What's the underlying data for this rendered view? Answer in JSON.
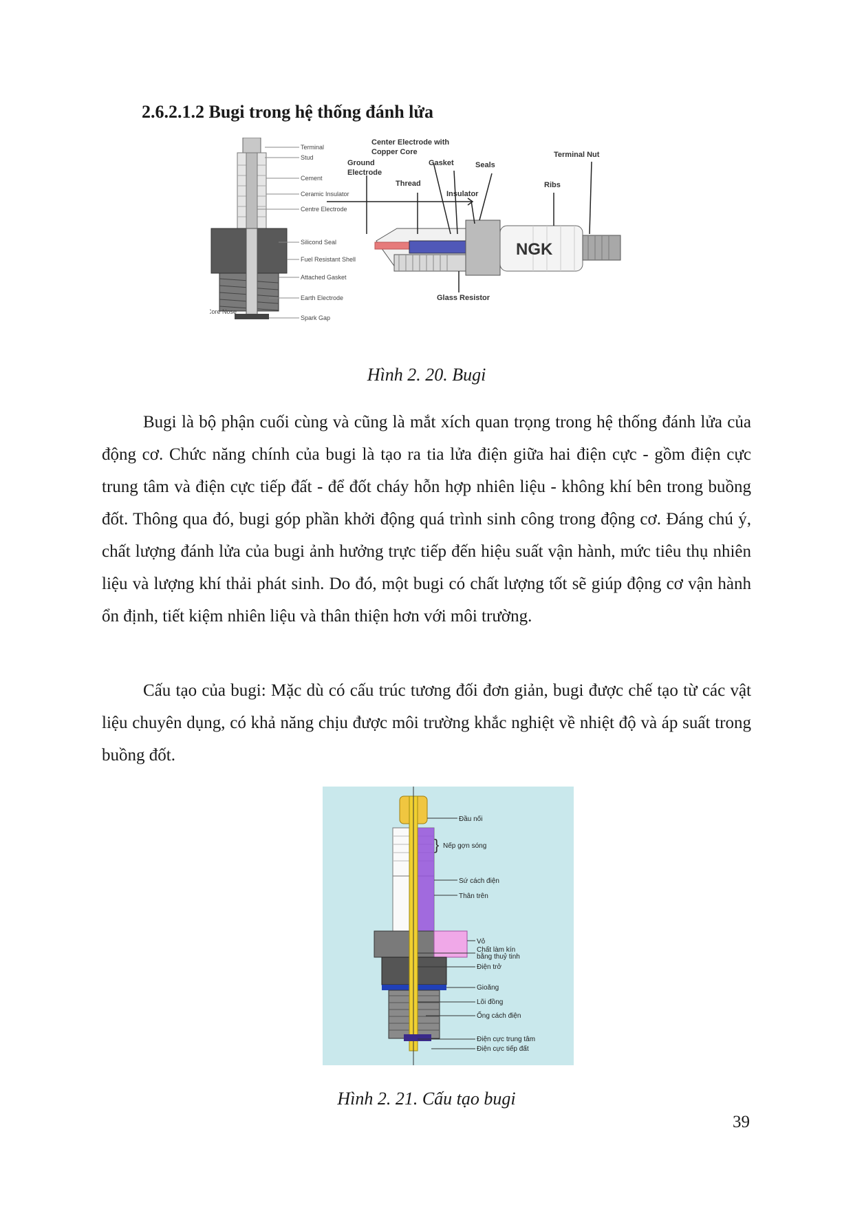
{
  "heading": "2.6.2.1.2 Bugi trong hệ thống đánh lửa",
  "figure1": {
    "caption": "Hình 2. 20. Bugi",
    "left_labels": [
      "Terminal",
      "Stud",
      "Cement",
      "Ceramic Insulator",
      "Centre Electrode",
      "Silicond Seal",
      "Fuel Resistant Shell",
      "Attached Gasket",
      "Earth Electrode",
      "Spark Gap"
    ],
    "core_nose_label": "Core Nose",
    "right_labels": {
      "center_electrode_1": "Center Electrode with",
      "center_electrode_2": "Copper Core",
      "ground_electrode_1": "Ground",
      "ground_electrode_2": "Electrode",
      "gasket": "Gasket",
      "seals": "Seals",
      "thread": "Thread",
      "insulator": "Insulator",
      "terminal_nut": "Terminal Nut",
      "ribs": "Ribs",
      "glass_resistor": "Glass Resistor",
      "brand": "NGK"
    }
  },
  "paragraphs": [
    "Bugi là bộ phận cuối cùng và cũng là mắt xích quan trọng trong hệ thống đánh lửa của động cơ. Chức năng chính của bugi là tạo ra tia lửa điện giữa hai điện cực - gồm điện cực trung tâm và điện cực tiếp đất - để đốt cháy hỗn hợp nhiên liệu - không khí bên trong buồng đốt. Thông qua đó, bugi góp phần khởi động quá trình sinh công trong động cơ. Đáng chú ý, chất lượng đánh lửa của bugi ảnh hưởng trực tiếp đến hiệu suất vận hành, mức tiêu thụ nhiên liệu và lượng khí thải phát sinh. Do đó, một bugi có chất lượng tốt sẽ giúp động cơ vận hành ổn định, tiết kiệm nhiên liệu và thân thiện hơn với môi trường.",
    "Cấu tạo của bugi: Mặc dù có cấu trúc tương đối đơn giản, bugi được chế tạo từ các vật liệu chuyên dụng, có khả năng chịu được môi trường khắc nghiệt về nhiệt độ và áp suất trong buồng đốt."
  ],
  "figure2": {
    "caption": "Hình 2. 21. Cấu tạo bugi",
    "labels": [
      "Đầu nối",
      "Nếp gợn sóng",
      "Sứ cách điện",
      "Thân trên",
      "Vỏ",
      "Chất làm kín",
      "bằng thuỷ tinh",
      "Điện trở",
      "Gioăng",
      "Lõi đồng",
      "Ống cách điện",
      "Điện cực trung tâm",
      "Điện cực tiếp đất"
    ]
  },
  "page_number": "39"
}
